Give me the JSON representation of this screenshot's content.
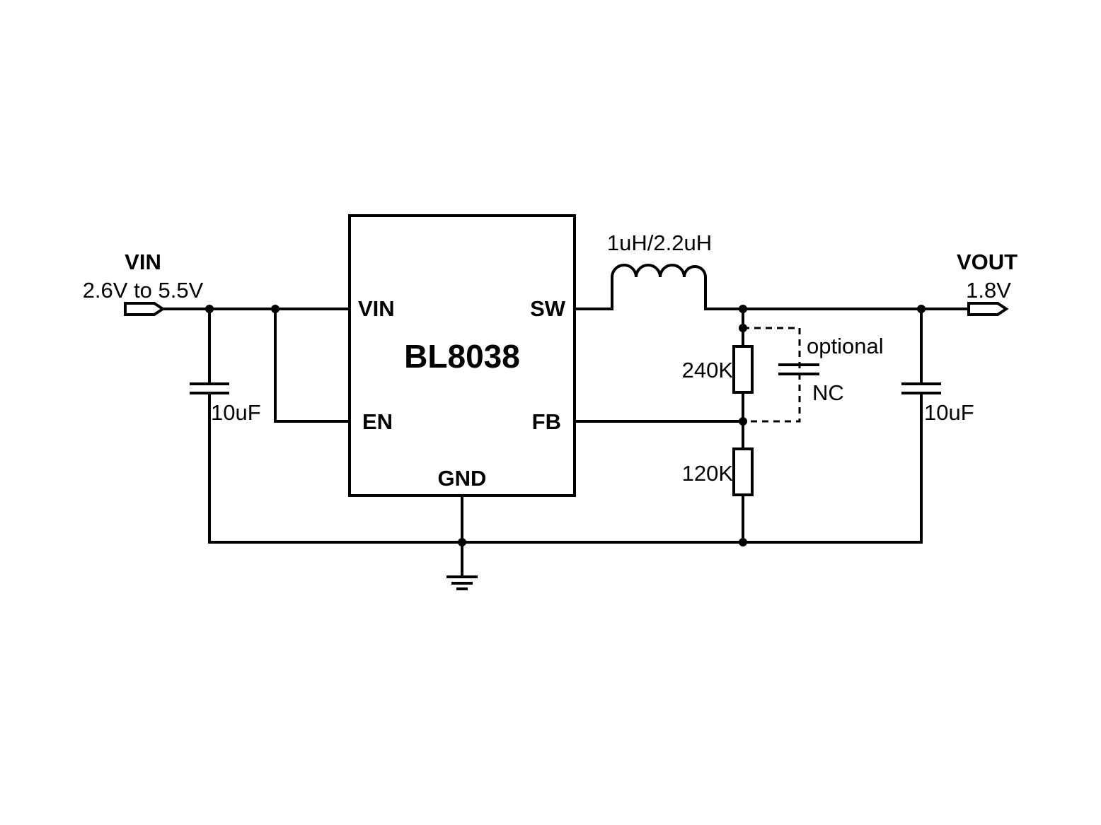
{
  "chip": {
    "name": "BL8038",
    "pins": {
      "vin": "VIN",
      "en": "EN",
      "sw": "SW",
      "fb": "FB",
      "gnd": "GND"
    }
  },
  "input": {
    "label": "VIN",
    "range": "2.6V to 5.5V",
    "cap": "10uF"
  },
  "output": {
    "label": "VOUT",
    "voltage": "1.8V",
    "cap": "10uF"
  },
  "inductor": {
    "value": "1uH/2.2uH"
  },
  "feedback": {
    "r_top": "240K",
    "r_bottom": "120K",
    "cff_note": "optional",
    "cff_value": "NC"
  }
}
